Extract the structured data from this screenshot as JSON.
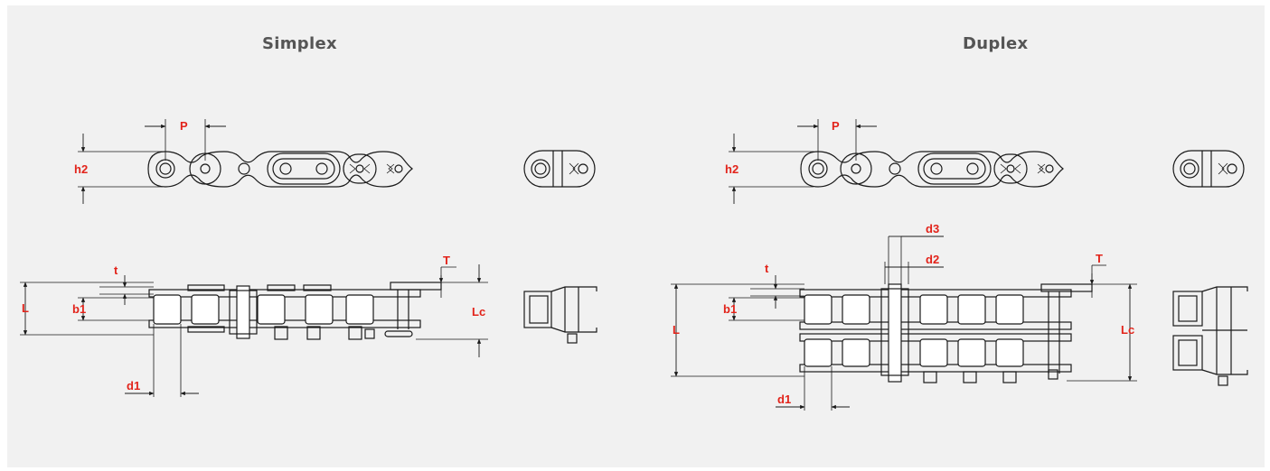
{
  "headings": {
    "simplex": "Simplex",
    "duplex": "Duplex"
  },
  "simplex": {
    "labels": {
      "p": "P",
      "h2": "h2",
      "t": "t",
      "T": "T",
      "L": "L",
      "b1": "b1",
      "Lc": "Lc",
      "d1": "d1"
    }
  },
  "duplex": {
    "labels": {
      "p": "P",
      "h2": "h2",
      "t": "t",
      "T": "T",
      "L": "L",
      "b1": "b1",
      "Lc": "Lc",
      "d1": "d1",
      "d2": "d2",
      "d3": "d3"
    }
  },
  "colors": {
    "panel": "#f1f1f1",
    "label": "#e2231a",
    "line": "#1a1a1a",
    "heading": "#555555"
  }
}
